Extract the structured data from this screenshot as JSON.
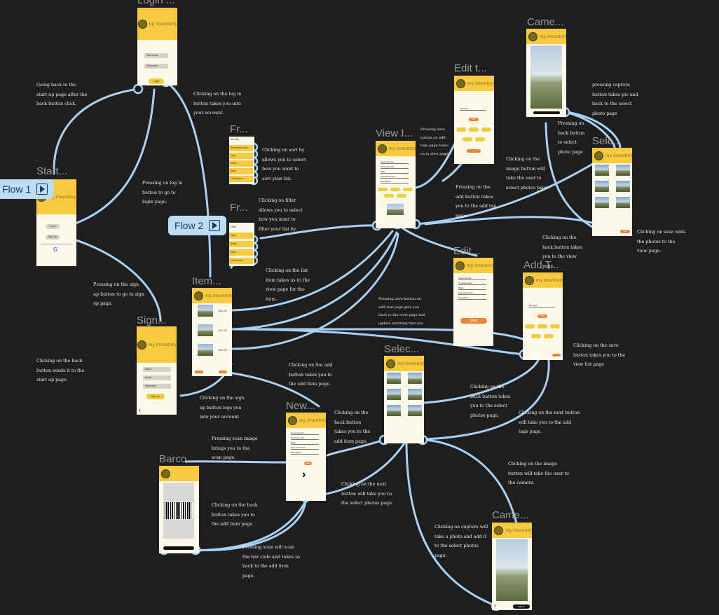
{
  "frames": {
    "login": {
      "title": "Login ...",
      "username_placeholder": "Username",
      "password_placeholder": "Password",
      "login_button": "Login"
    },
    "start": {
      "title": "Start...",
      "login_button": "Log In",
      "signup_button": "Sign Up",
      "google": "G"
    },
    "signup": {
      "title": "Sign...",
      "name": "Name",
      "email": "Email",
      "password": "Password",
      "signup_button": "Sign Up"
    },
    "sort": {
      "title": "Fr...",
      "heading": "Sort By",
      "options": [
        "Estimated value",
        "Type",
        "Make",
        "Date",
        "Description"
      ]
    },
    "filter": {
      "title": "Fr...",
      "heading": "Filter",
      "options": [
        "Type",
        "Make",
        "Date",
        "Description"
      ]
    },
    "items": {
      "title": "Item...",
      "values": [
        "$XX.XX",
        "$XX.XX",
        "$XX.XX"
      ]
    },
    "new_item": {
      "title": "New...",
      "fields": [
        "Serial Number",
        "Purchase Date",
        "Make",
        "Estimated Price",
        "Description"
      ],
      "scan_button": "Scan",
      "next_icon": "chevron-right"
    },
    "barcode": {
      "title": "Barco..."
    },
    "view_item": {
      "title": "View I...",
      "fields": [
        "Serial Number",
        "Purchase Date",
        "Make",
        "Estimated Price",
        "Description"
      ]
    },
    "edit_tags": {
      "title": "Edit t...",
      "label": "Add Tags",
      "button": "Add"
    },
    "edit_item": {
      "title": "Edit...",
      "fields": [
        "Serial Number",
        "Purchase Date",
        "Make",
        "Estimated Price",
        "Description"
      ],
      "save_button": "Save"
    },
    "add_tags": {
      "title": "Add T...",
      "label": "Add Tags",
      "button": "Add"
    },
    "select_photos_top": {
      "title": "Sele...",
      "button": "Add"
    },
    "select_photos_mid": {
      "title": "Selec..."
    },
    "camera_top": {
      "title": "Came..."
    },
    "camera_bottom": {
      "title": "Came...",
      "capture_button": "Capture"
    }
  },
  "brand_script": "my inventory",
  "flows": [
    {
      "label": "Flow 1"
    },
    {
      "label": "Flow 2"
    }
  ],
  "annotations": {
    "a1": "Going back to the start-up page after the back button click.",
    "a2": "Clicking on the log in button takes you into your account.",
    "a3": "Pressing on log in button to go to login page.",
    "a4": "Pressing on the sign up button to go to sign up page.",
    "a5": "Clicking on the back button sends it to the start up page.",
    "a6": "Clicking on the sign up button logs you into your account.",
    "a7": "Clicking on sort by allows you to select how you want to sort your list.",
    "a8": "Clicking on filter allows you to select how you want to filter your list by.",
    "a9": "Clicking on the list item takes us to the view page for the item.",
    "a10": "Pressing save button on edit text page gets you back to the view page and update anything that you",
    "a11": "Clicking on the add button takes you to the add item page.",
    "a12": "Clicking on the back button takes you to the add item page.",
    "a13": "Pressing scan image brings you to the scan page.",
    "a14": "Clicking on the back button takes you to the add item page.",
    "a15": "Pressing scan will scan the bar code and takes us back to the add item page.",
    "a16": "Clicking on the next button will take you to the select photos page.",
    "a17": "Pressing save button on edit tags page takes us to view page",
    "a18": "Pressing on the add button takes you to the add tag page.",
    "a19": "Clicking on the image button will take the user to select photos page.",
    "a20": "pressing capture button takes pic and back to the select photo page",
    "a21": "Pressing on back button to select photo page",
    "a22": "Clicking on the back button takes you to the view page.",
    "a23": "Clicking on save adds the photos to the view page.",
    "a24": "Clicking on the back button takes you to the select photos page.",
    "a25": "Clicking on the next button will take you to the add tags page.",
    "a26": "Clicking on the save button takes you to the view list page",
    "a27": "Clicking on the image button will take the user to the camera.",
    "a28": "Clicking on capture will take a photo and add it to the select photos page."
  },
  "colors": {
    "canvas": "#1e1e1e",
    "wire": "#a9d1f5",
    "accent": "#f9c940",
    "button_orange": "#f08234",
    "frame_bg": "#fdf9ea"
  }
}
